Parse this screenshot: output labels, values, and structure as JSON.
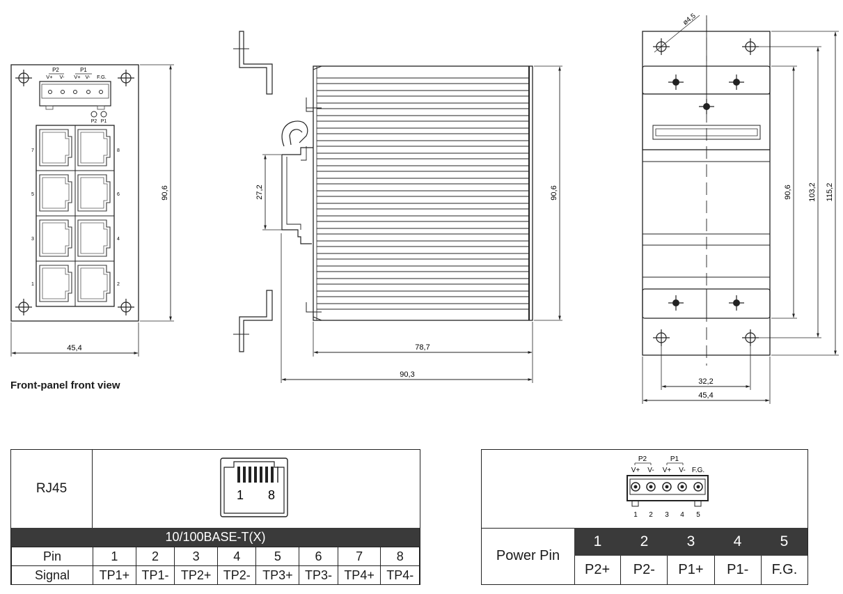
{
  "front_view": {
    "label_p2": "P2",
    "label_p1": "P1",
    "terminal_labels": [
      "V+",
      "V-",
      "V+",
      "V-",
      "F.G."
    ],
    "led_labels": [
      "P2",
      "P1"
    ],
    "port_numbers": [
      "7",
      "8",
      "5",
      "6",
      "3",
      "4",
      "1",
      "2"
    ],
    "dim_width": "45,4",
    "dim_height": "90,6",
    "caption": "Front-panel front view"
  },
  "side_view": {
    "dim_rail": "27,2",
    "dim_height": "90,6",
    "dim_body": "78,7",
    "dim_total": "90,3"
  },
  "rear_view": {
    "dim_hole": "ø4,5",
    "dim_h1": "90,6",
    "dim_h2": "103,2",
    "dim_h3": "115,2",
    "dim_w1": "32,2",
    "dim_w2": "45,4"
  },
  "rj45_table": {
    "title": "RJ45",
    "jack_pin_first": "1",
    "jack_pin_last": "8",
    "standard": "10/100BASE-T(X)",
    "pin_header": "Pin",
    "signal_header": "Signal",
    "pins": [
      "1",
      "2",
      "3",
      "4",
      "5",
      "6",
      "7",
      "8"
    ],
    "signals": [
      "TP1+",
      "TP1-",
      "TP2+",
      "TP2-",
      "TP3+",
      "TP3-",
      "TP4+",
      "TP4-"
    ]
  },
  "power_table": {
    "title": "Power Pin",
    "label_p2": "P2",
    "label_p1": "P1",
    "terminal_labels": [
      "V+",
      "V-",
      "V+",
      "V-",
      "F.G."
    ],
    "terminal_numbers": [
      "1",
      "2",
      "3",
      "4",
      "5"
    ],
    "pins": [
      "1",
      "2",
      "3",
      "4",
      "5"
    ],
    "signals": [
      "P2+",
      "P2-",
      "P1+",
      "P1-",
      "F.G."
    ]
  }
}
